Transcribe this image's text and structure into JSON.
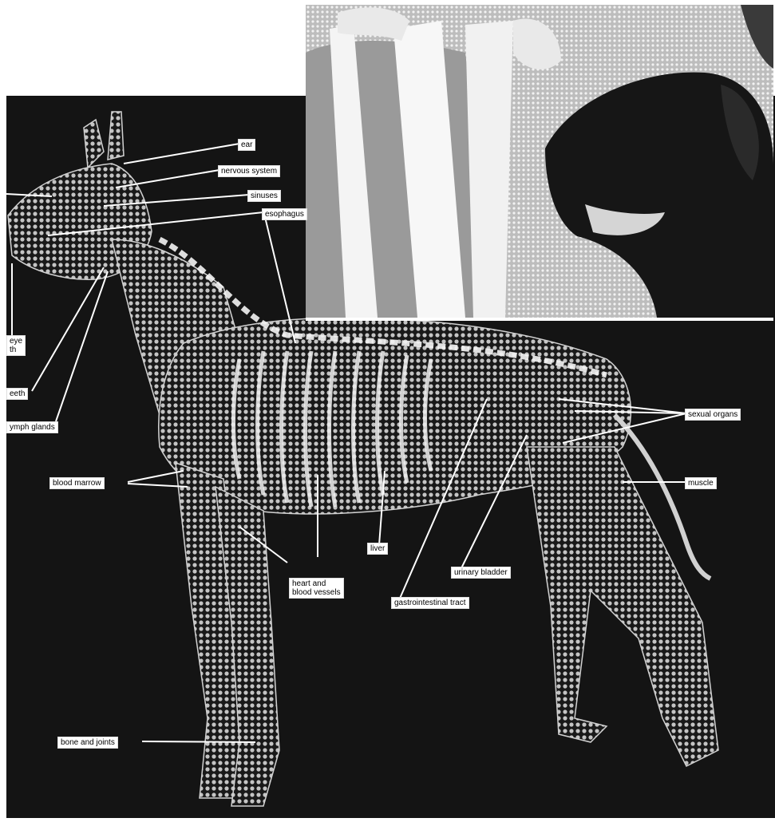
{
  "figure": {
    "colors": {
      "background_panel": "#141414",
      "page": "#ffffff",
      "anatomy_light": "#cfcfcf",
      "label_bg": "#ffffff",
      "leader_line": "#ffffff"
    },
    "labels": {
      "ear": "ear",
      "nervous_system": "nervous system",
      "sinuses": "sinuses",
      "esophagus": "esophagus",
      "eye_teeth": "eye\nth",
      "teeth": "eeth",
      "lymph_glands": "ymph glands",
      "blood_marrow": "blood marrow",
      "liver": "liver",
      "heart_and_blood_vessels": "heart and\nblood vessels",
      "urinary_bladder": "urinary bladder",
      "gastrointestinal_tract": "gastrointestinal tract",
      "sexual_organs": "sexual organs",
      "muscle": "muscle",
      "bone_and_joints": "bone and joints"
    },
    "photo": {
      "subject": "person holding towels over a dog"
    }
  }
}
